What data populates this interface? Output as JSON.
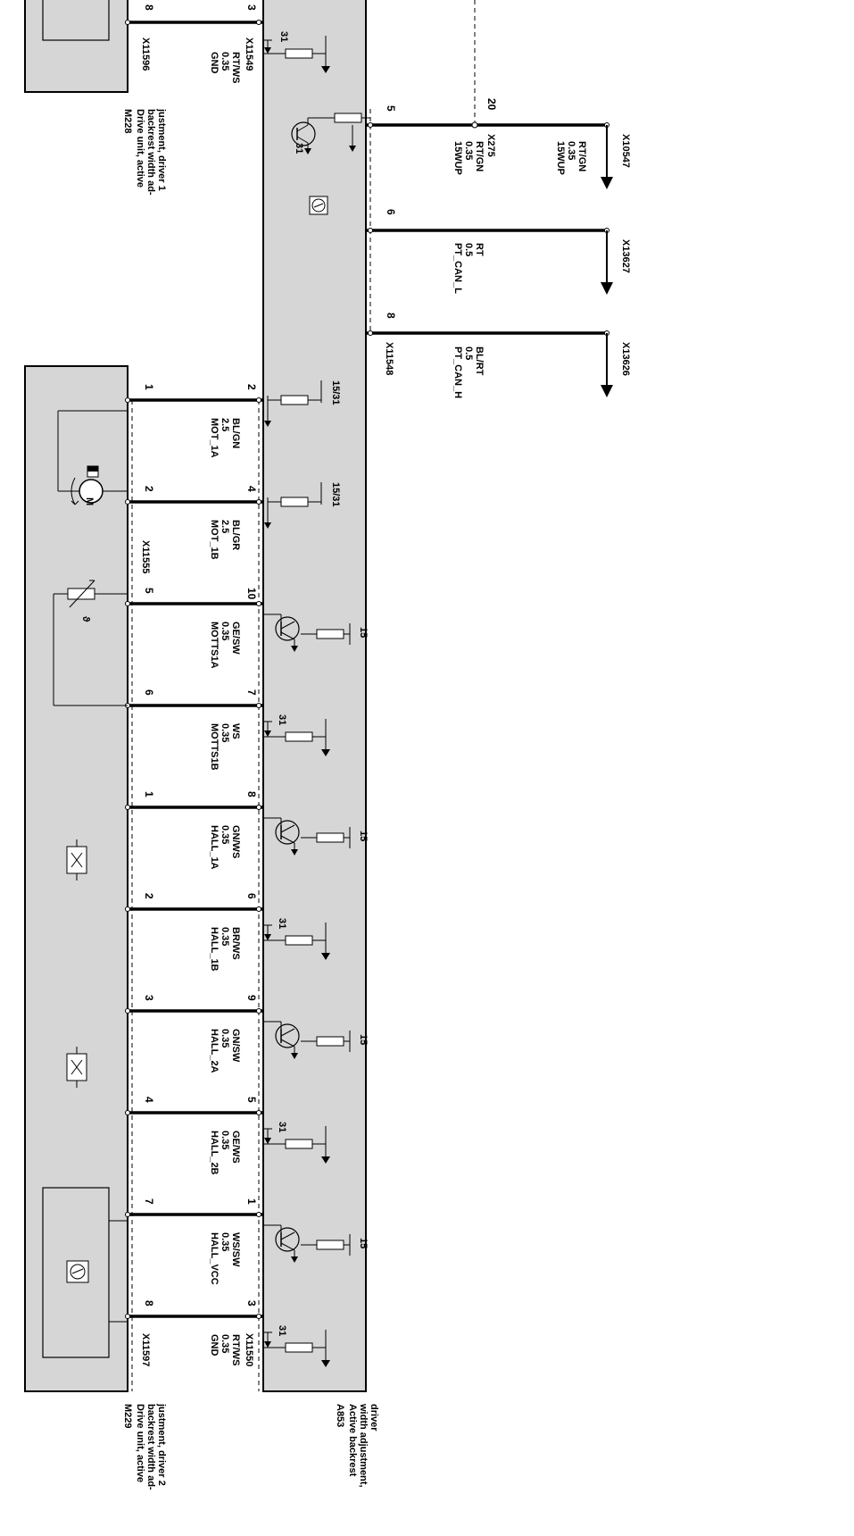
{
  "components": {
    "ecu": {
      "id": "A853",
      "desc": [
        "Active backrest",
        "width adjustment,",
        "driver"
      ]
    },
    "m228": {
      "id": "M228",
      "desc": [
        "Drive unit, active",
        "backrest width ad-",
        "justment, driver 1"
      ]
    },
    "m229": {
      "id": "M229",
      "desc": [
        "Drive unit, active",
        "backrest width ad-",
        "justment, driver 2"
      ]
    }
  },
  "connectors": {
    "x11596": "X11596",
    "x11549": "X11549",
    "x11548": "X11548",
    "x11555": "X11555",
    "x11597": "X11597",
    "x11550": "X11550",
    "x275": "X275",
    "x10547": "X10547",
    "x13627": "X13627",
    "x13626": "X13626"
  },
  "top_wire": {
    "m_pin": "8",
    "e_pin": "3",
    "label": [
      "GND",
      "0.35",
      "RT/WS"
    ],
    "res": "31"
  },
  "ecu_symbol_label": "31",
  "bus_wires": [
    {
      "pin": "5",
      "splice_pin": "20",
      "left_label": [
        "15WUP",
        "0.35",
        "RT/GN"
      ],
      "right_label": [
        "15WUP",
        "0.35",
        "RT/GN"
      ]
    },
    {
      "pin": "6",
      "label": [
        "PT_CAN_L",
        "0.5",
        "RT"
      ]
    },
    {
      "pin": "8",
      "label": [
        "PT_CAN_H",
        "0.5",
        "BL/RT"
      ]
    }
  ],
  "wires": [
    {
      "m_pin": "1",
      "e_pin": "2",
      "label": [
        "MOT_1A",
        "2.5",
        "BL/GN"
      ],
      "res": "15/31",
      "kind": "res"
    },
    {
      "m_pin": "2",
      "e_pin": "4",
      "label": [
        "MOT_1B",
        "2.5",
        "BL/GR"
      ],
      "res": "15/31",
      "kind": "res"
    },
    {
      "m_pin": "5",
      "e_pin": "10",
      "label": [
        "MOTTS1A",
        "0.35",
        "GE/SW"
      ],
      "res": "15",
      "kind": "tr"
    },
    {
      "m_pin": "6",
      "e_pin": "7",
      "label": [
        "MOTTS1B",
        "0.35",
        "WS"
      ],
      "res": "31",
      "kind": "gnd"
    },
    {
      "m_pin": "1",
      "e_pin": "8",
      "label": [
        "HALL_1A",
        "0.35",
        "GN/WS"
      ],
      "res": "15",
      "kind": "tr"
    },
    {
      "m_pin": "2",
      "e_pin": "6",
      "label": [
        "HALL_1B",
        "0.35",
        "BR/WS"
      ],
      "res": "31",
      "kind": "gnd"
    },
    {
      "m_pin": "3",
      "e_pin": "9",
      "label": [
        "HALL_2A",
        "0.35",
        "GN/SW"
      ],
      "res": "15",
      "kind": "tr"
    },
    {
      "m_pin": "4",
      "e_pin": "5",
      "label": [
        "HALL_2B",
        "0.35",
        "GE/WS"
      ],
      "res": "31",
      "kind": "gnd"
    },
    {
      "m_pin": "7",
      "e_pin": "1",
      "label": [
        "HALL_VCC",
        "0.35",
        "WS/SW"
      ],
      "res": "15",
      "kind": "tr"
    },
    {
      "m_pin": "8",
      "e_pin": "3",
      "label": [
        "GND",
        "0.35",
        "RT/WS"
      ],
      "res": "31",
      "kind": "gnd"
    }
  ],
  "icons": {
    "motor_letter": "M",
    "theta_letter": "ϑ",
    "hall_letter": "X"
  },
  "colors": {
    "module_fill": "#d6d6d6",
    "line": "#000000"
  }
}
